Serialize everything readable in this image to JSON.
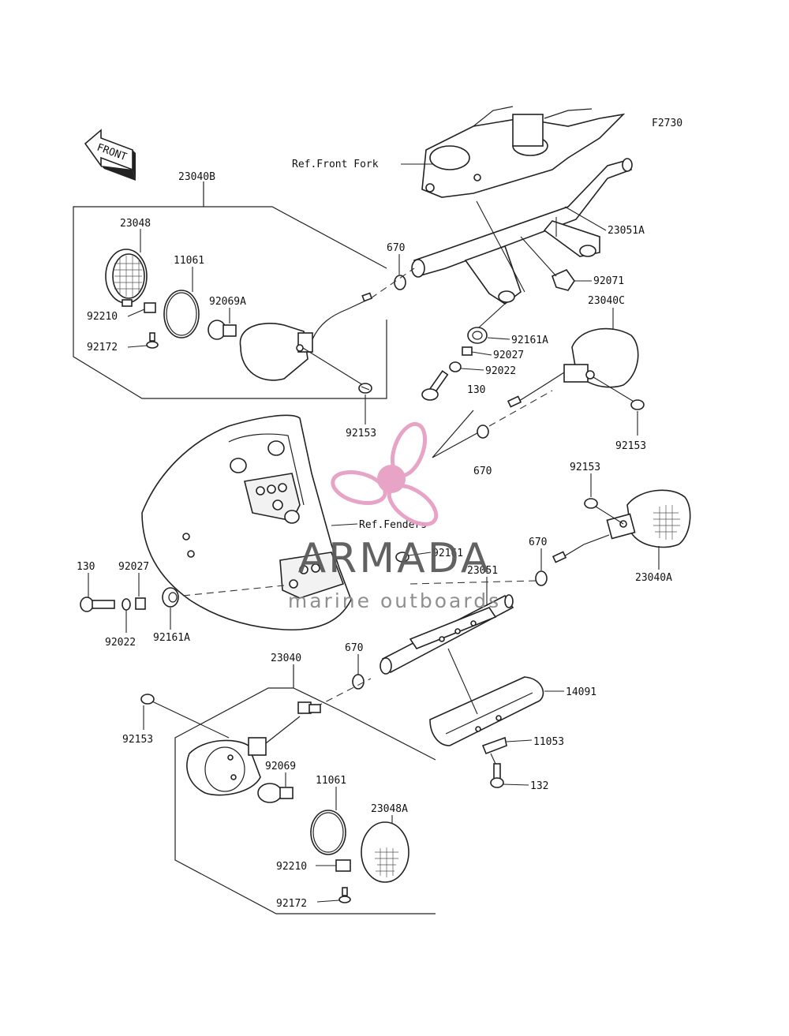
{
  "figure_code": "F2730",
  "front_arrow": "FRONT",
  "refs": {
    "front_fork": "Ref.Front Fork",
    "fenders": "Ref.Fenders"
  },
  "labels": {
    "l_23040B": "23040B",
    "l_23048": "23048",
    "l_11061_top": "11061",
    "l_92069A": "92069A",
    "l_92210_top": "92210",
    "l_92172_top": "92172",
    "l_670_top": "670",
    "l_23051A": "23051A",
    "l_92071": "92071",
    "l_23040C": "23040C",
    "l_92161A_top": "92161A",
    "l_92027_top": "92027",
    "l_92022_top": "92022",
    "l_130_mid": "130",
    "l_92153_left": "92153",
    "l_92153_right": "92153",
    "l_670_mid": "670",
    "l_92153_mid": "92153",
    "l_670_right": "670",
    "l_23040A": "23040A",
    "l_92161": "92161",
    "l_23051": "23051",
    "l_130_left": "130",
    "l_92027_left": "92027",
    "l_92022_left": "92022",
    "l_92161A_left": "92161A",
    "l_23040": "23040",
    "l_670_low": "670",
    "l_14091": "14091",
    "l_11053": "11053",
    "l_132": "132",
    "l_92153_low": "92153",
    "l_92069": "92069",
    "l_11061_low": "11061",
    "l_23048A": "23048A",
    "l_92210_low": "92210",
    "l_92172_low": "92172"
  },
  "watermark": {
    "title": "ARMADA",
    "subtitle": "marine outboards",
    "logo_color": "#e6a0c4"
  }
}
